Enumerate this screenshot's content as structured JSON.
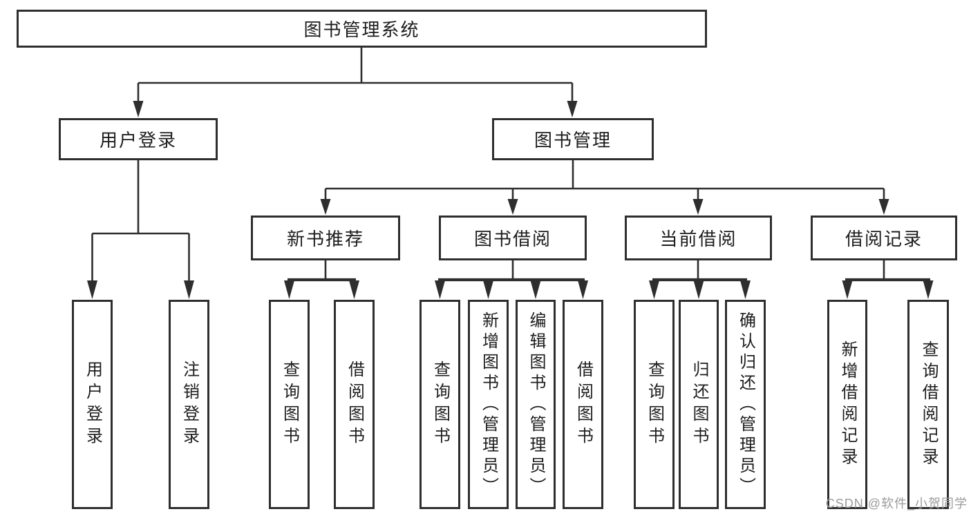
{
  "tree": {
    "label": "图书管理系统",
    "children": [
      {
        "label": "用户登录",
        "children": [
          {
            "label": "用户登录"
          },
          {
            "label": "注销登录"
          }
        ]
      },
      {
        "label": "图书管理",
        "children": [
          {
            "label": "新书推荐",
            "children": [
              {
                "label": "查询图书"
              },
              {
                "label": "借阅图书"
              }
            ]
          },
          {
            "label": "图书借阅",
            "children": [
              {
                "label": "查询图书"
              },
              {
                "label": "新增图书（管理员）"
              },
              {
                "label": "编辑图书（管理员）"
              },
              {
                "label": "借阅图书"
              }
            ]
          },
          {
            "label": "当前借阅",
            "children": [
              {
                "label": "查询图书"
              },
              {
                "label": "归还图书"
              },
              {
                "label": "确认归还（管理员）"
              }
            ]
          },
          {
            "label": "借阅记录",
            "children": [
              {
                "label": "新增借阅记录"
              },
              {
                "label": "查询借阅记录"
              }
            ]
          }
        ]
      }
    ]
  },
  "watermark": "CSDN @软件_小贺同学",
  "colors": {
    "line": "#2e2e2e",
    "text": "#1d1d1f",
    "watermark": "#9b9b9b",
    "background": "#ffffff"
  }
}
